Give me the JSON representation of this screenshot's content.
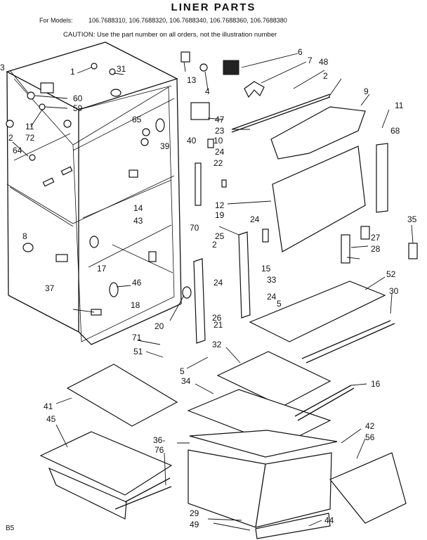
{
  "header": {
    "title": "LINER PARTS",
    "models_label": "For Models:",
    "models": "106.7688310, 106.7688320, 106.7688340, 106.7688360, 106.7688380",
    "caution": "CAUTION: Use the part number on all orders, not the illustration number"
  },
  "footer": {
    "page_code": "B5"
  },
  "callouts": [
    "1",
    "2",
    "3",
    "4",
    "5",
    "6",
    "7",
    "8",
    "9",
    "10",
    "11",
    "12",
    "13",
    "14",
    "15",
    "16",
    "17",
    "18",
    "19",
    "20",
    "21",
    "22",
    "23",
    "24",
    "25",
    "26",
    "27",
    "28",
    "29",
    "30",
    "31",
    "32",
    "33",
    "34",
    "35",
    "36-",
    "37",
    "39",
    "40",
    "41",
    "42",
    "43",
    "44",
    "45",
    "46",
    "47",
    "48",
    "49",
    "51",
    "52",
    "56",
    "59",
    "60",
    "64",
    "65",
    "68",
    "70",
    "71",
    "72",
    "76"
  ]
}
